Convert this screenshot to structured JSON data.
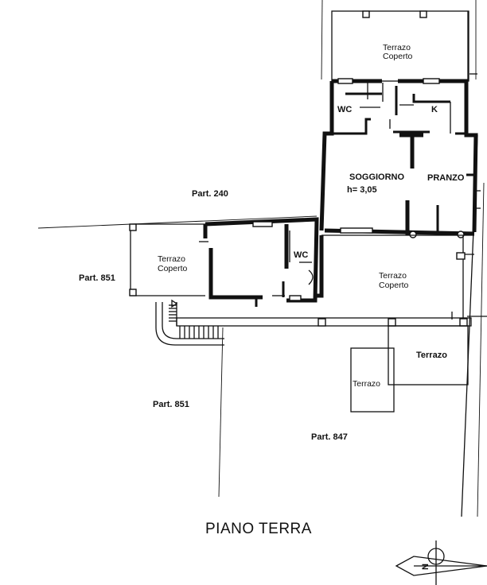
{
  "title": "PIANO TERRA",
  "rooms": {
    "terrazo_top": [
      "Terrazo",
      "Coperto"
    ],
    "wc_main": "WC",
    "kitchen": "K",
    "soggiorno": "SOGGIORNO",
    "height": "h= 3,05",
    "pranzo": "PRANZO",
    "terrazo_left": [
      "Terrazo",
      "Coperto"
    ],
    "wc_annex": "WC",
    "terrazo_right": [
      "Terrazo",
      "Coperto"
    ],
    "terrazo_small": "Terrazo",
    "terrazo_low": "Terrazo"
  },
  "parcels": {
    "p240": "Part. 240",
    "p851_left": "Part. 851",
    "p851_bottom": "Part. 851",
    "p847": "Part. 847"
  },
  "compass": {
    "letter": "N",
    "icon": "north-arrow-icon"
  }
}
